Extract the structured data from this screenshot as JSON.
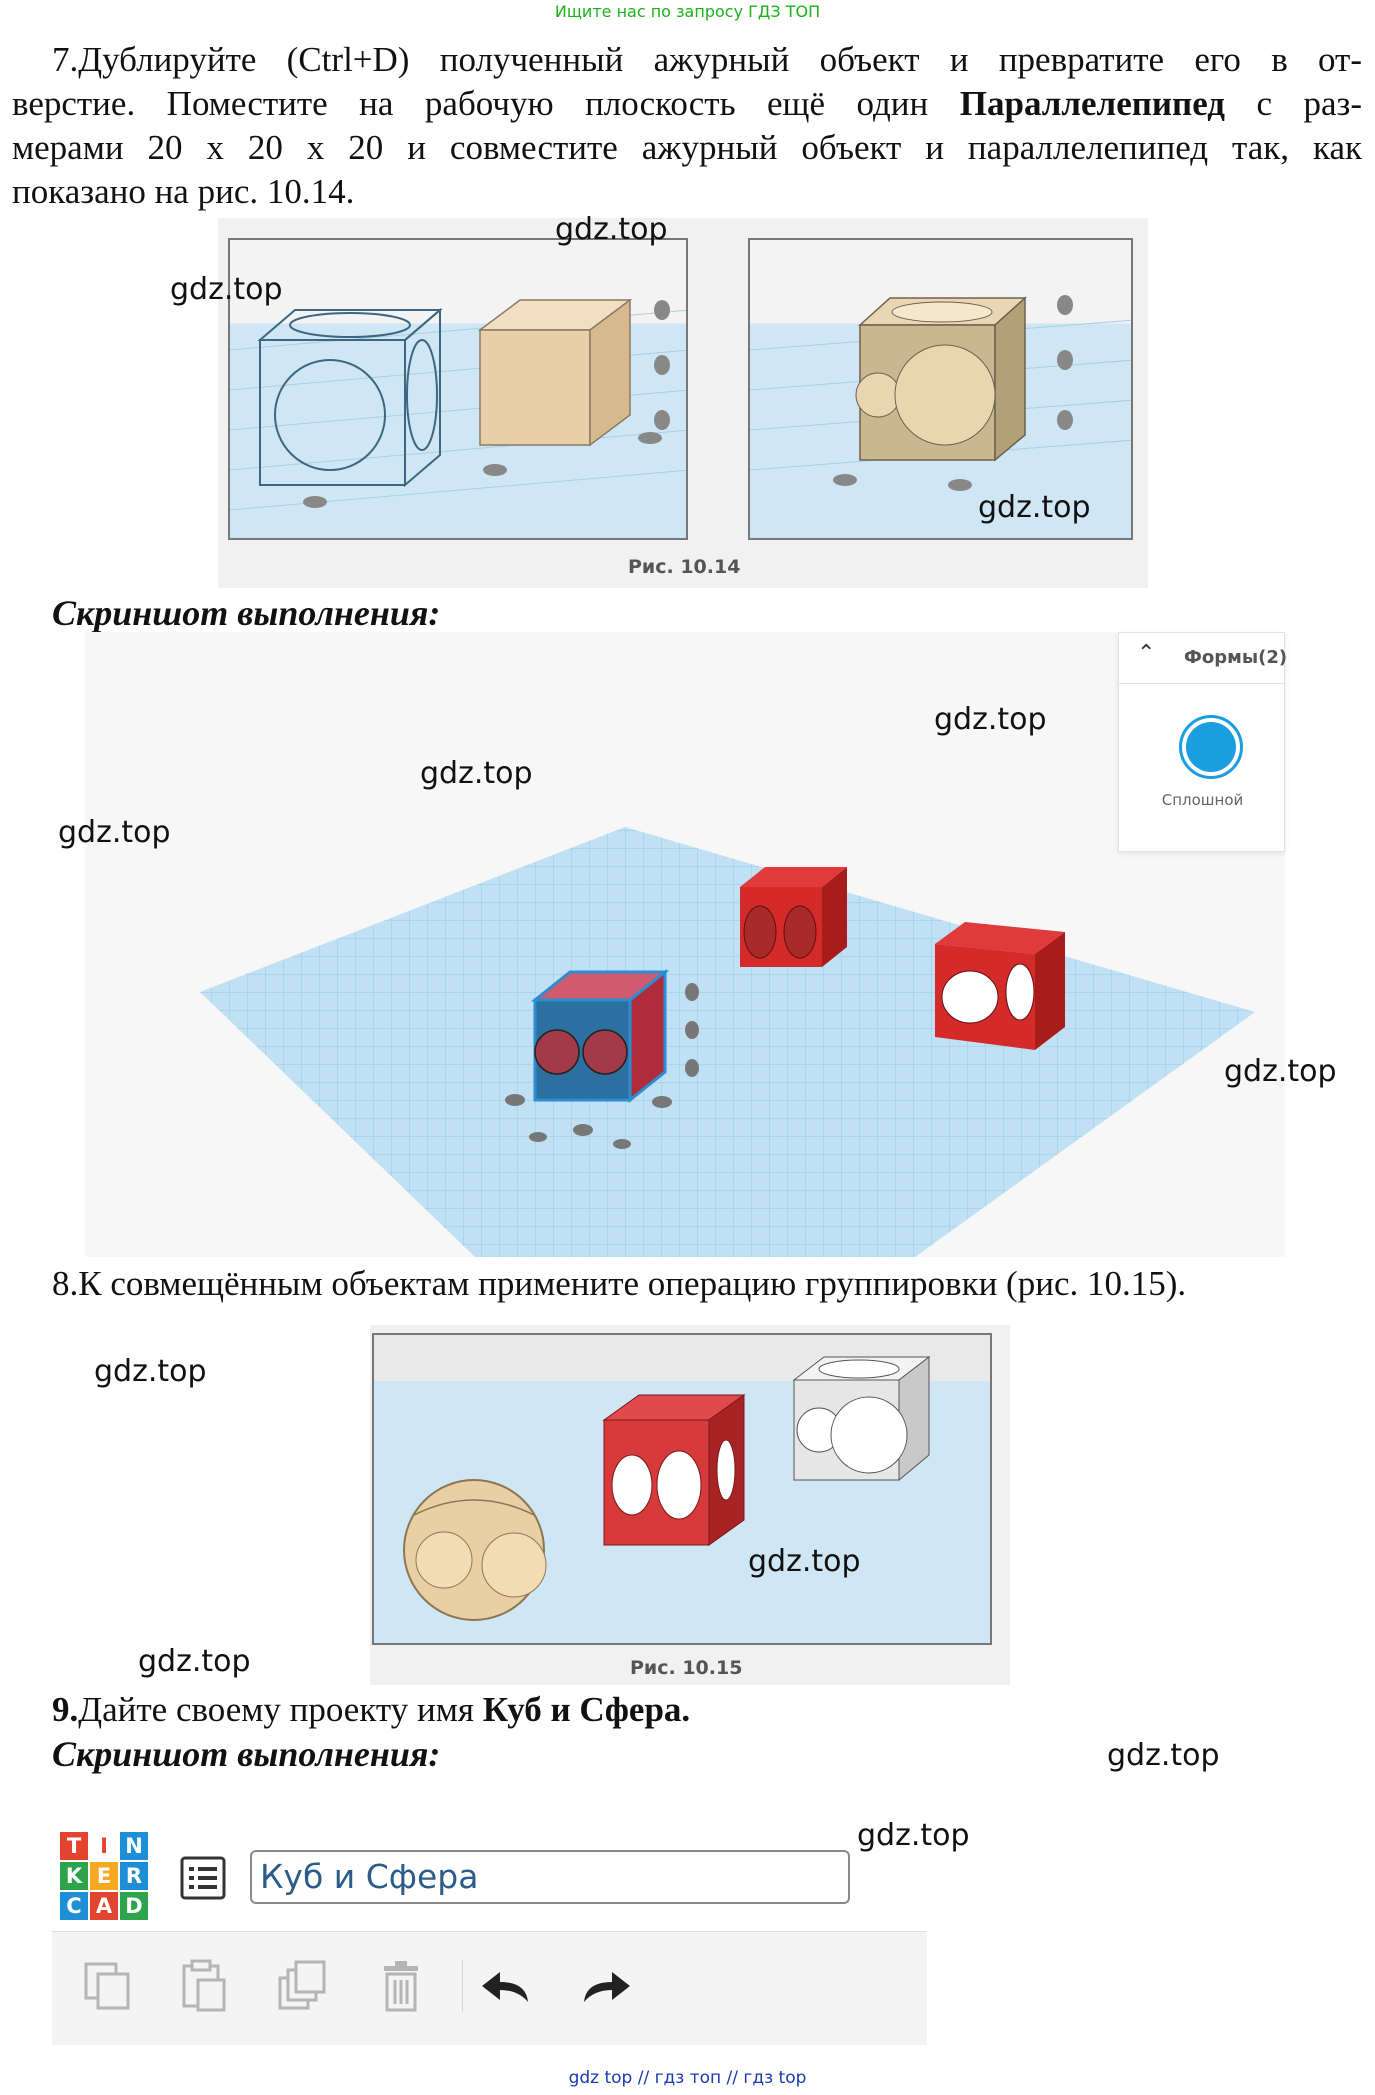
{
  "header": {
    "banner": "Ищите нас по запросу ГДЗ ТОП"
  },
  "step7": {
    "line1": "7.Дублируйте (Ctrl+D) полученный ажурный объект и превратите его в от-",
    "line2a": "верстие. Поместите на рабочую плоскость ещё один ",
    "line2b": "Параллелепипед",
    "line2c": " с раз-",
    "line3": "мерами 20 х 20 х 20 и совместите ажурный объект и параллелепипед так, как",
    "line4": "показано на рис. 10.14."
  },
  "fig1014": {
    "caption": "Рис. 10.14"
  },
  "screenshot_heading_1": "Скриншот выполнения:",
  "shapes_panel": {
    "title": "Формы(2)",
    "solid_label": "Сплошной",
    "color": "#1b9ee0"
  },
  "step8": {
    "text": "8.К совмещённым объектам примените операцию группировки (рис. 10.15)."
  },
  "fig1015": {
    "caption": "Рис. 10.15"
  },
  "step9": {
    "num": "9.",
    "text": "Дайте своему проекту имя ",
    "bold": "Куб и Сфера."
  },
  "screenshot_heading_2": "Скриншот выполнения:",
  "tinkercad": {
    "logo_letters": [
      "T",
      "I",
      "N",
      "K",
      "E",
      "R",
      "C",
      "A",
      "D"
    ],
    "logo_colors": [
      "#e2452f",
      "#ffffff",
      "#1e8fd6",
      "#2ea34c",
      "#f7a823",
      "#1e8fd6",
      "#1e8fd6",
      "#e2452f",
      "#2ea34c"
    ],
    "project_name": "Куб и Сфера"
  },
  "watermarks": [
    "gdz.top",
    "gdz.top",
    "gdz.top",
    "gdz.top",
    "gdz.top",
    "gdz.top",
    "gdz.top",
    "gdz.top",
    "gdz.top",
    "gdz.top",
    "gdz.top",
    "gdz.top"
  ],
  "footer": "gdz top  //  гдз топ  //  гдз top"
}
